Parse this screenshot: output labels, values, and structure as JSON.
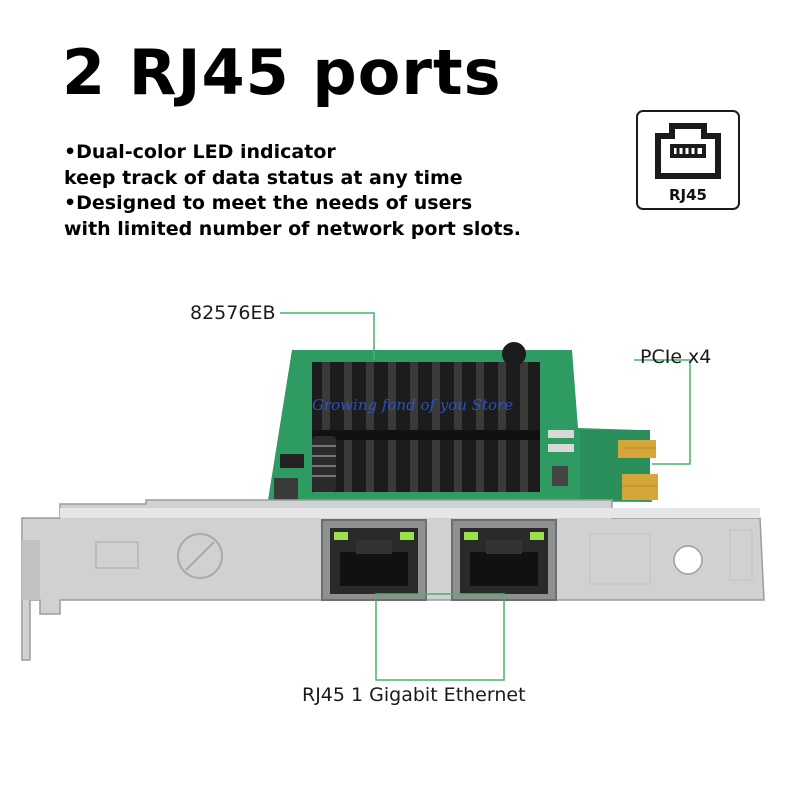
{
  "headline": "2 RJ45 ports",
  "features": [
    "•Dual-color LED indicator",
    "keep track of data status at any time",
    "•Designed to meet the needs of users",
    "with limited number of network port slots."
  ],
  "badge": {
    "label": "RJ45",
    "icon": "rj45-port-icon"
  },
  "callouts": {
    "chip": "82576EB",
    "interface": "PCIe x4",
    "ports": "RJ45 1 Gigabit Ethernet"
  },
  "watermark": "Growing fond of you Store",
  "colors": {
    "pcb": "#2e9b62",
    "leader_line": "#4caf70",
    "bracket": "#c8cacc",
    "heatsink": "#1c1c1c",
    "gold_finger": "#d4a63a",
    "led": "#9be04a"
  }
}
